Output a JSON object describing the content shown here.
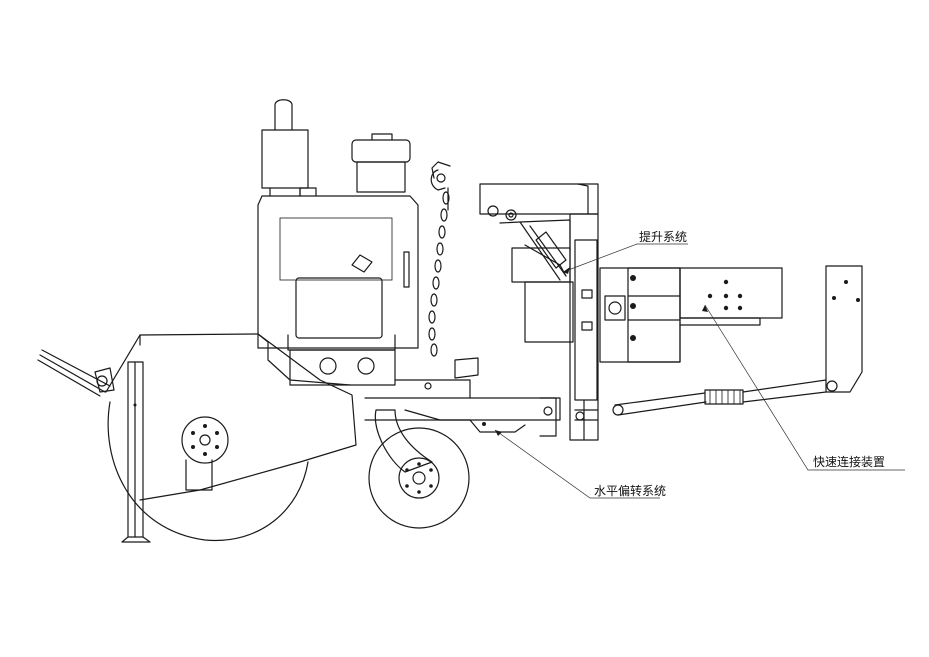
{
  "labels": {
    "lift_system": "提升系统",
    "horizontal_deflection_system": "水平偏转系统",
    "quick_connect_device": "快速连接装置"
  },
  "colors": {
    "line": "#1a1a1a",
    "background": "#ffffff"
  }
}
